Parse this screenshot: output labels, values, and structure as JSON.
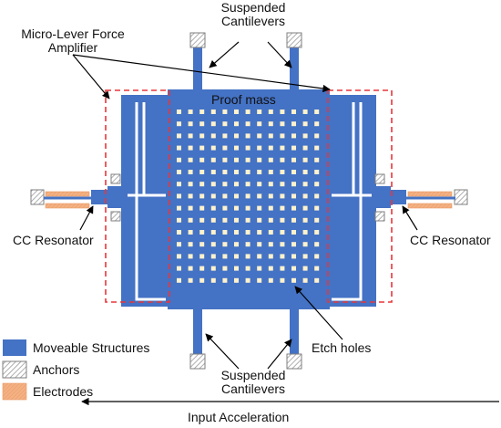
{
  "labels": {
    "suspended_cantilevers_top": [
      "Suspended",
      "Cantilevers"
    ],
    "micro_lever": [
      "Micro-Lever Force",
      "Amplifier"
    ],
    "proof_mass": "Proof mass",
    "cc_resonator_left": "CC Resonator",
    "cc_resonator_right": "CC Resonator",
    "etch_holes": "Etch holes",
    "suspended_cantilevers_bottom": [
      "Suspended",
      "Cantilevers"
    ],
    "input_acceleration": "Input Acceleration"
  },
  "legend": [
    {
      "label": "Moveable Structures",
      "swatch": "moveable"
    },
    {
      "label": "Anchors",
      "swatch": "anchor"
    },
    {
      "label": "Electrodes",
      "swatch": "electrode"
    }
  ],
  "colors": {
    "moveable": "#4472c4",
    "anchor_stroke": "#7f7f7f",
    "electrode": "#f4b183",
    "dashed_box": "#e8363a",
    "etch_hole": "#fff2cc",
    "arrow": "#000000"
  }
}
